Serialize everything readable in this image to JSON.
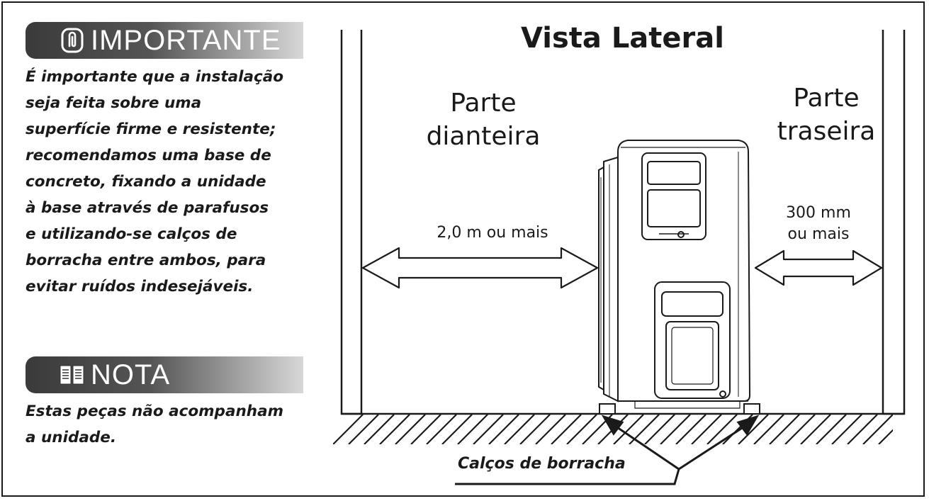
{
  "important": {
    "title": "IMPORTANTE",
    "icon": "paperclip-icon",
    "lines": [
      "É importante que a instalação",
      "seja feita sobre uma",
      "superfície firme e resistente;",
      "recomendamos uma base de",
      "concreto, fixando a unidade",
      "à base através de parafusos",
      "e utilizando-se calços de",
      "borracha entre ambos, para",
      "evitar ruídos indesejáveis."
    ]
  },
  "note": {
    "title": "NOTA",
    "icon": "document-pages-icon",
    "lines": [
      "Estas peças não acompanham",
      "a unidade."
    ]
  },
  "diagram": {
    "title": "Vista Lateral",
    "front_label_line1": "Parte",
    "front_label_line2": "dianteira",
    "rear_label_line1": "Parte",
    "rear_label_line2": "traseira",
    "front_clearance": "2,0 m ou mais",
    "rear_clearance_line1": "300 mm",
    "rear_clearance_line2": "ou mais",
    "callout": "Calços de borracha"
  },
  "colors": {
    "ink": "#1a1a1a",
    "banner_dark": "#3a3a3a",
    "banner_light": "#d8d8d8"
  }
}
